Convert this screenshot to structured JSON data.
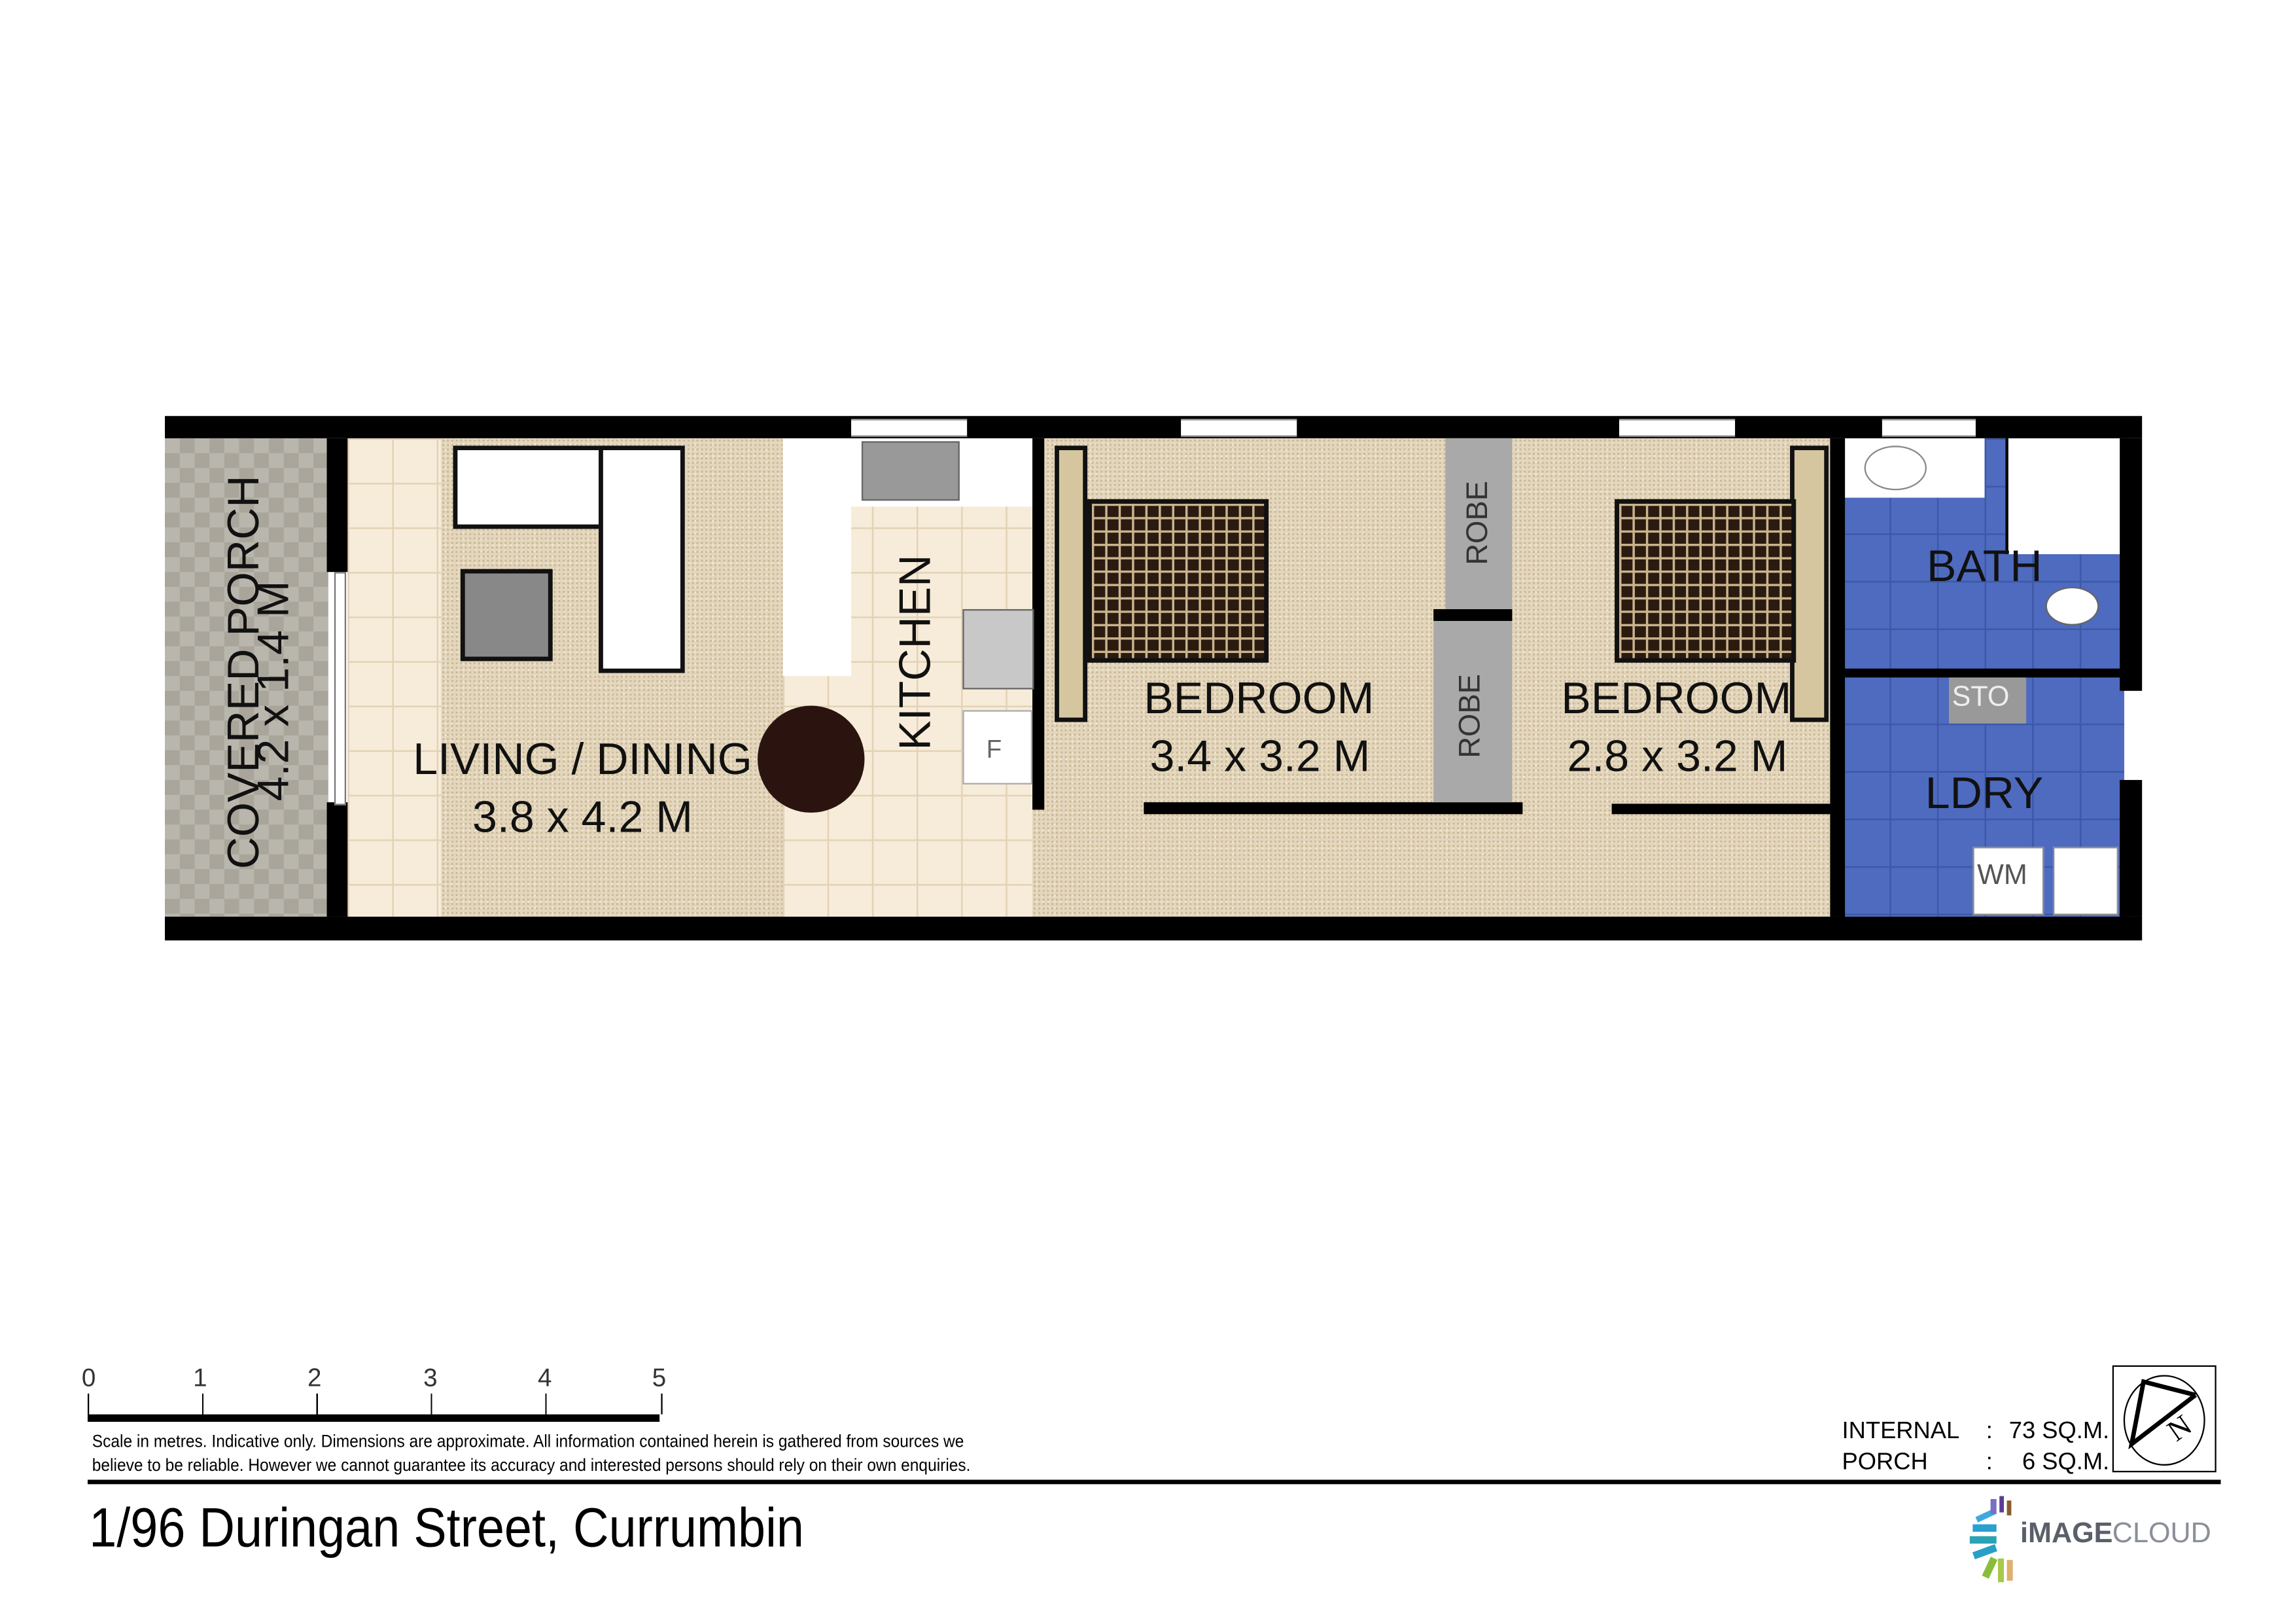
{
  "plan": {
    "rooms": {
      "porch": {
        "name": "COVERED PORCH",
        "size": "4.2 x 1.4 M"
      },
      "living": {
        "name": "LIVING / DINING",
        "size": "3.8 x 4.2 M"
      },
      "kitchen": {
        "name": "KITCHEN"
      },
      "bedroom1": {
        "name": "BEDROOM",
        "size": "3.4 x 3.2 M"
      },
      "bedroom2": {
        "name": "BEDROOM",
        "size": "2.8 x 3.2 M"
      },
      "bath": {
        "name": "BATH"
      },
      "laundry": {
        "name": "LDRY"
      },
      "robe1": {
        "name": "ROBE"
      },
      "robe2": {
        "name": "ROBE"
      },
      "storage": {
        "name": "STO"
      },
      "washer": {
        "name": "WM"
      },
      "fridge": {
        "name": "F"
      }
    }
  },
  "scale": {
    "ticks": [
      "0",
      "1",
      "2",
      "3",
      "4",
      "5"
    ],
    "disclaimer_line1": "Scale in metres.  Indicative only.  Dimensions are approximate.  All information contained herein is gathered from sources we",
    "disclaimer_line2": "believe to be reliable.  However we cannot guarantee its accuracy and interested persons should rely on their own enquiries."
  },
  "areas": [
    {
      "label": "INTERNAL",
      "sep": ":",
      "value": "73 SQ.M."
    },
    {
      "label": "PORCH",
      "sep": ":",
      "value": "6 SQ.M."
    }
  ],
  "address": "1/96 Duringan Street, Currumbin",
  "logo": {
    "text_bold": "iMAGE",
    "text_light": "CLOUD"
  },
  "compass": {
    "letter": "N"
  }
}
